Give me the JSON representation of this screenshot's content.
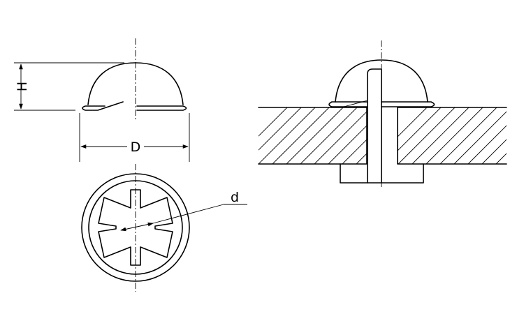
{
  "labels": {
    "height": "H",
    "outer_diameter": "D",
    "inner_diameter": "d"
  },
  "colors": {
    "line": "#000000",
    "background": "#ffffff"
  }
}
